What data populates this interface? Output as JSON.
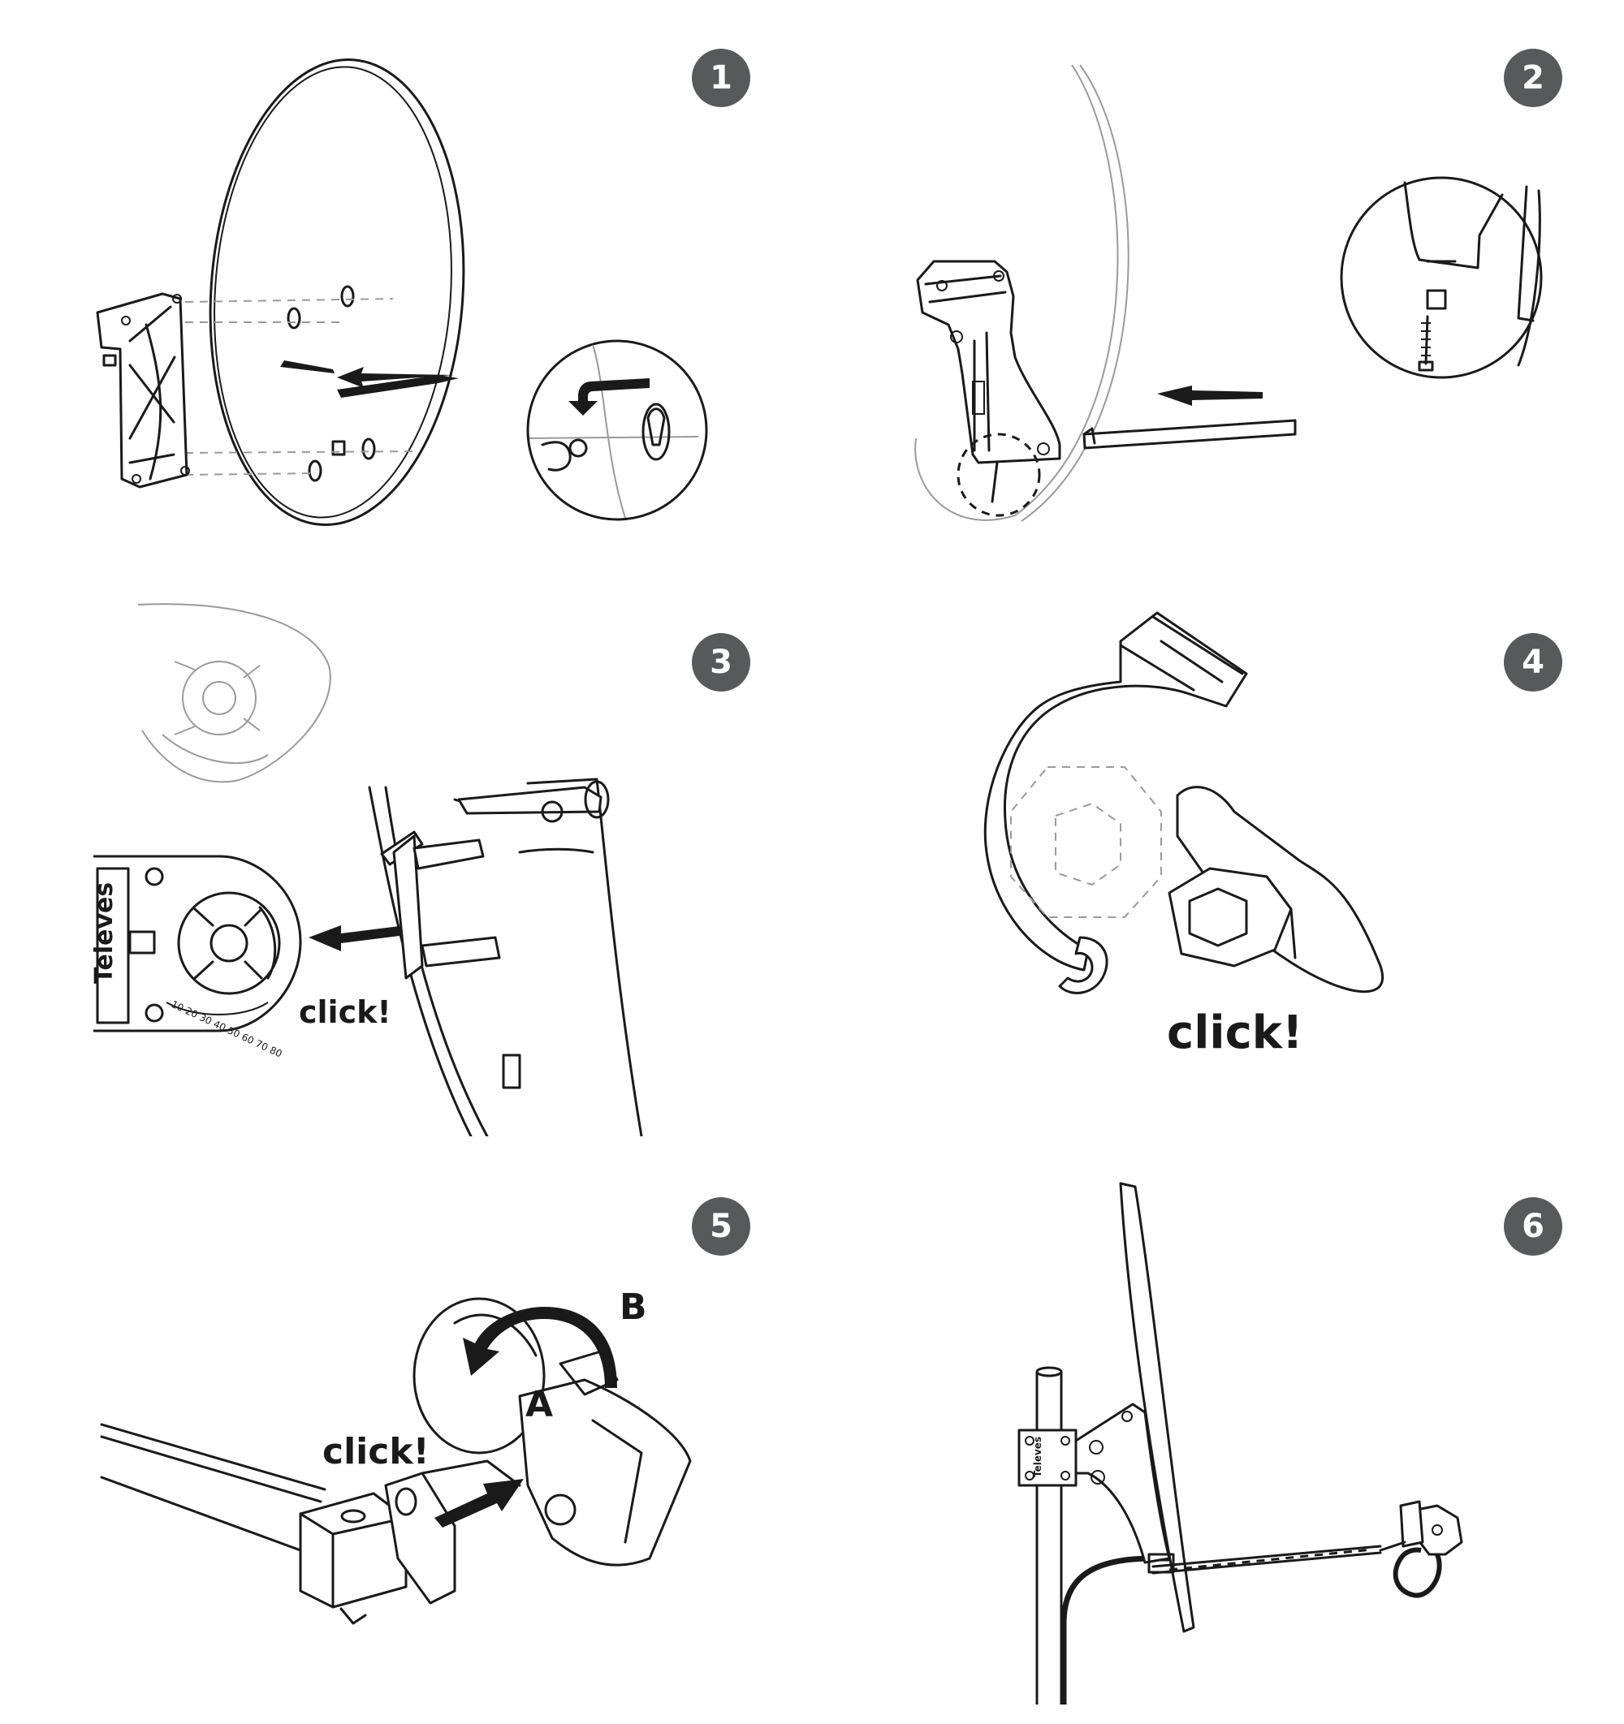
{
  "steps": [
    {
      "number": "1"
    },
    {
      "number": "2"
    },
    {
      "number": "3",
      "labels": {
        "click": "click!",
        "brand": "Televes",
        "scale": "10 20 30 40 50 60 70 80"
      }
    },
    {
      "number": "4",
      "labels": {
        "click": "click!"
      }
    },
    {
      "number": "5",
      "labels": {
        "click": "click!",
        "a": "A",
        "b": "B"
      }
    },
    {
      "number": "6",
      "labels": {
        "brand": "Televes"
      }
    }
  ],
  "colors": {
    "badge": "#58595b",
    "line": "#1a1a1a",
    "ghost": "#9a9a9a"
  }
}
